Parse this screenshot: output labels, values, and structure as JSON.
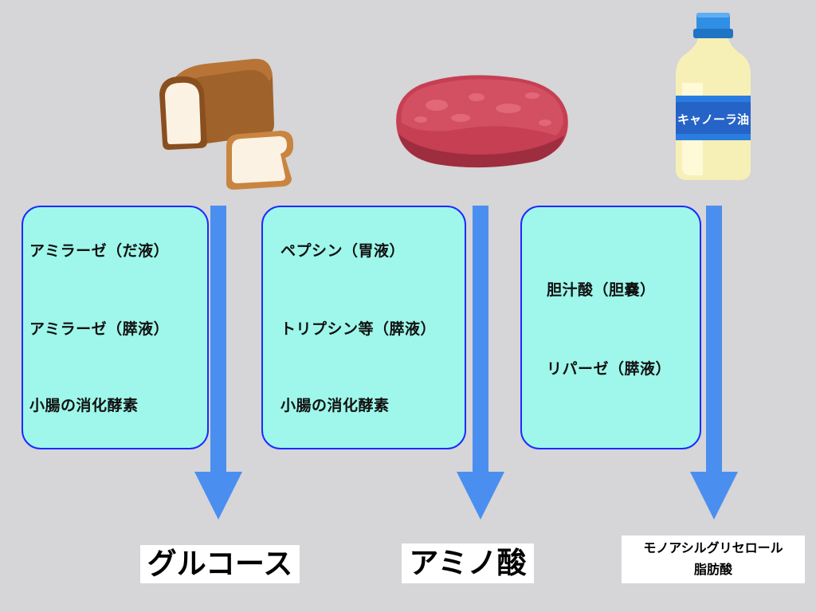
{
  "columns": [
    {
      "food_icon": "bread-icon",
      "enzymes": [
        "アミラーゼ（だ液）",
        "アミラーゼ（膵液）",
        "小腸の消化酵素"
      ],
      "result": "グルコース"
    },
    {
      "food_icon": "meat-icon",
      "enzymes": [
        "ペプシン（胃液）",
        "トリプシン等（膵液）",
        "小腸の消化酵素"
      ],
      "result": "アミノ酸"
    },
    {
      "food_icon": "oil-bottle-icon",
      "bottle_label": "キャノーラ油",
      "enzymes": [
        "胆汁酸（胆嚢）",
        "リパーゼ（膵液）"
      ],
      "result_lines": [
        "モノアシルグリセロール",
        "脂肪酸"
      ]
    }
  ],
  "colors": {
    "background": "#d6d5d7",
    "box_fill": "#9ef7ea",
    "box_border": "#1d2bff",
    "arrow": "#4a8ff0"
  }
}
